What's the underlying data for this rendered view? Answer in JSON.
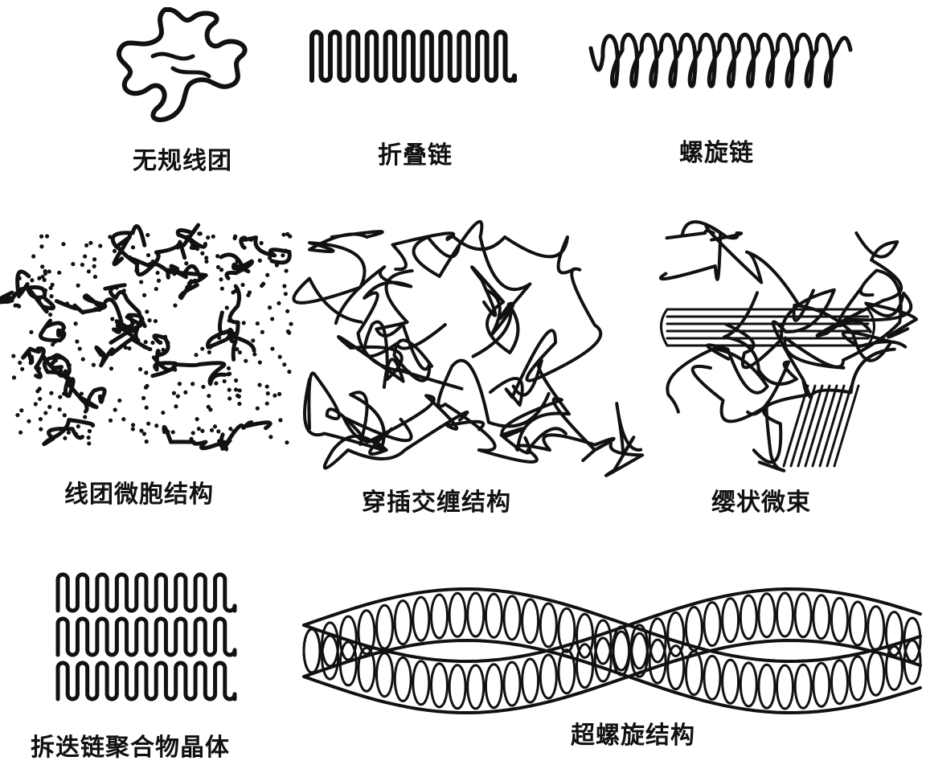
{
  "figure": {
    "ink_color": "#111111",
    "background": "#ffffff",
    "panels": [
      {
        "id": "random-coil",
        "caption": "无规线团"
      },
      {
        "id": "folded-chain",
        "caption": "折叠链"
      },
      {
        "id": "helix-chain",
        "caption": "螺旋链"
      },
      {
        "id": "coil-micelle",
        "caption": "线团微胞结构"
      },
      {
        "id": "entangled",
        "caption": "穿插交缠结构"
      },
      {
        "id": "fringed-micelle",
        "caption": "缨状微束"
      },
      {
        "id": "folded-crystal",
        "caption": "拆迭链聚合物晶体"
      },
      {
        "id": "superhelix",
        "caption": "超螺旋结构"
      }
    ]
  }
}
